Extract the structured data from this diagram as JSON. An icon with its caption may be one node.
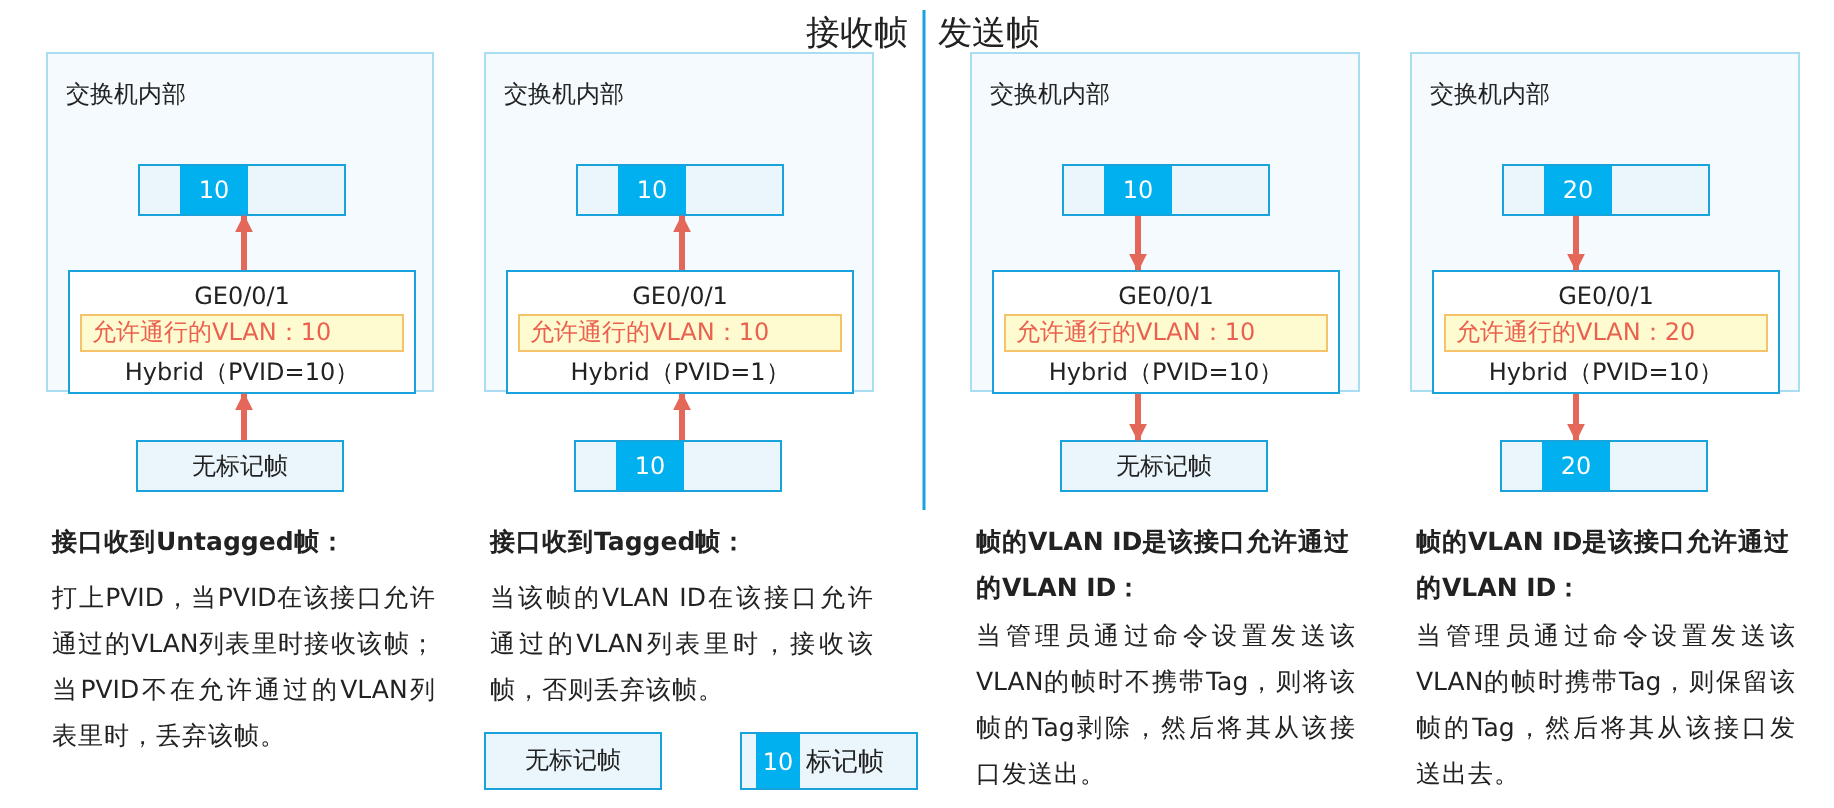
{
  "diagram": {
    "nodes": [
      {
        "text": [
          "交换机内部"
        ]
      },
      {
        "text": [
          "10"
        ],
        "in": 0
      },
      {
        "text": [
          "GE0/0/1",
          "允许通行的VLAN：10",
          "Hybrid（PVID=10）"
        ],
        "in": 0
      },
      {
        "text": [
          "无标记帧"
        ]
      },
      {
        "text": [
          "交换机内部"
        ]
      },
      {
        "text": [
          "10"
        ],
        "in": 4
      },
      {
        "text": [
          "GE0/0/1",
          "允许通行的VLAN：10",
          "Hybrid（PVID=1）"
        ],
        "in": 4
      },
      {
        "text": [
          "10"
        ]
      },
      {
        "text": [
          "交换机内部"
        ]
      },
      {
        "text": [
          "10"
        ],
        "in": 8
      },
      {
        "text": [
          "GE0/0/1",
          "允许通行的VLAN：10",
          "Hybrid（PVID=10）"
        ],
        "in": 8
      },
      {
        "text": [
          "无标记帧"
        ]
      },
      {
        "text": [
          "交换机内部"
        ]
      },
      {
        "text": [
          "20"
        ],
        "in": 12
      },
      {
        "text": [
          "GE0/0/1",
          "允许通行的VLAN：20",
          "Hybrid（PVID=10）"
        ],
        "in": 12
      },
      {
        "text": [
          "20"
        ]
      },
      {
        "text": [
          "无标记帧"
        ]
      },
      {
        "text": [
          "10",
          "标记帧"
        ]
      }
    ],
    "edges": [
      {
        "from": 3,
        "to": 2,
        "arrow": "to"
      },
      {
        "from": 2,
        "to": 1,
        "arrow": "to"
      },
      {
        "from": 7,
        "to": 6,
        "arrow": "to"
      },
      {
        "from": 6,
        "to": 5,
        "arrow": "to"
      },
      {
        "from": 9,
        "to": 10,
        "arrow": "to"
      },
      {
        "from": 10,
        "to": 11,
        "arrow": "to"
      },
      {
        "from": 13,
        "to": 14,
        "arrow": "to"
      },
      {
        "from": 14,
        "to": 15,
        "arrow": "to"
      }
    ],
    "labels": [
      "接收帧",
      "发送帧",
      "接口收到Untagged帧：",
      "打上PVID，当PVID在该接口允许通过的VLAN列表里时接收该帧；当PVID不在允许通过的VLAN列表里时，丢弃该帧。",
      "接口收到Tagged帧：",
      "当该帧的VLAN ID在该接口允许通过的VLAN列表里时，接收该帧，否则丢弃该帧。",
      "帧的VLAN ID是该接口允许通过的VLAN ID：",
      "当管理员通过命令设置发送该VLAN的帧时不携带Tag，则将该帧的Tag剥除，然后将其从该接口发送出。",
      "帧的VLAN ID是该接口允许通过的VLAN ID：",
      "当管理员通过命令设置发送该VLAN的帧时携带Tag，则保留该帧的Tag，然后将其从该接口发送出去。"
    ]
  }
}
